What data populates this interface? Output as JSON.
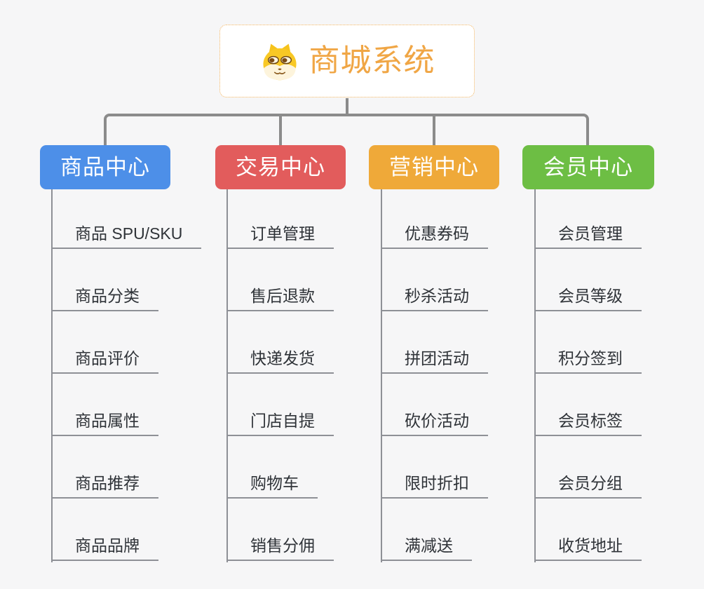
{
  "root": {
    "title": "商城系统",
    "icon": "dog-logo-icon"
  },
  "branches": [
    {
      "label": "商品中心",
      "color": "#4D8FE8",
      "items": [
        "商品 SPU/SKU",
        "商品分类",
        "商品评价",
        "商品属性",
        "商品推荐",
        "商品品牌"
      ]
    },
    {
      "label": "交易中心",
      "color": "#E25C5C",
      "items": [
        "订单管理",
        "售后退款",
        "快递发货",
        "门店自提",
        "购物车",
        "销售分佣"
      ]
    },
    {
      "label": "营销中心",
      "color": "#EFA939",
      "items": [
        "优惠券码",
        "秒杀活动",
        "拼团活动",
        "砍价活动",
        "限时折扣",
        "满减送"
      ]
    },
    {
      "label": "会员中心",
      "color": "#6DBE44",
      "items": [
        "会员管理",
        "会员等级",
        "积分签到",
        "会员标签",
        "会员分组",
        "收货地址"
      ]
    }
  ],
  "colors": {
    "canvas_background": "#F6F6F7",
    "connector": "#8B8B8B",
    "child_line": "#8E9096",
    "root_text": "#F0A645",
    "root_border": "#F2B45F",
    "item_text": "#2F3338"
  }
}
